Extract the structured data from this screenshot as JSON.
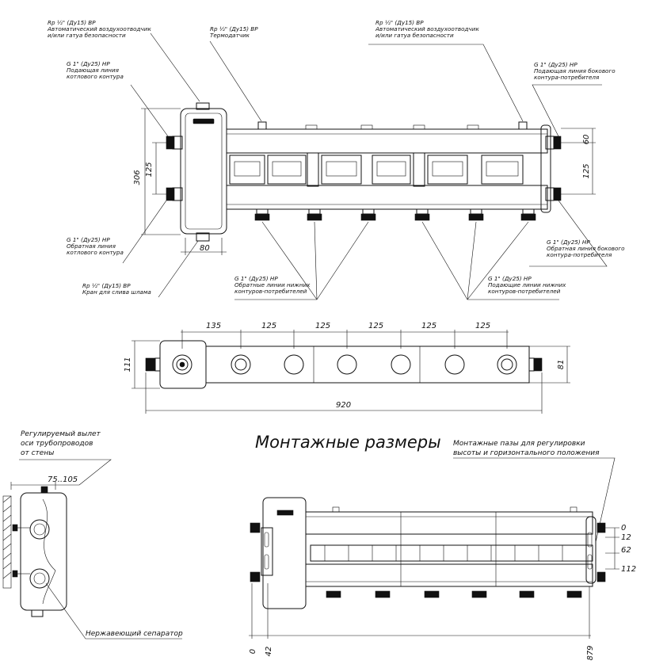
{
  "labels": {
    "vent_left_1": "Rp ½\" (Ду15) ВР",
    "vent_left_2": "Автоматический воздухоотводчик",
    "vent_left_3": "и/или гатуа безопасности",
    "thermo_1": "Rp ½\" (Ду15) ВР",
    "thermo_2": "Термодатчик",
    "vent_right_1": "Rp ½\" (Ду15) ВР",
    "vent_right_2": "Автоматический воздухоотводчик",
    "vent_right_3": "и/или гатуа безопасности",
    "boiler_supply_1": "G 1\" (Ду25) НР",
    "boiler_supply_2": "Подающая линия",
    "boiler_supply_3": "котлового контура",
    "side_supply_1": "G 1\" (Ду25) НР",
    "side_supply_2": "Подающая линия бокового",
    "side_supply_3": "контура-потребителя",
    "boiler_return_1": "G 1\" (Ду25) НР",
    "boiler_return_2": "Обратная линия",
    "boiler_return_3": "котлового контура",
    "side_return_1": "G 1\" (Ду25) НР",
    "side_return_2": "Обратная линия бокового",
    "side_return_3": "контура-потребителя",
    "drain_1": "Rp ½\" (Ду15) ВР",
    "drain_2": "Кран для слива шлама",
    "lower_return_1": "G 1\" (Ду25) НР",
    "lower_return_2": "Обратные линии нижних",
    "lower_return_3": "контуров-потребителей",
    "lower_supply_1": "G 1\" (Ду25) НР",
    "lower_supply_2": "Подающие линии нижних",
    "lower_supply_3": "контуров-потребителей",
    "wall_offset_1": "Регулируемый вылет",
    "wall_offset_2": "оси трубопроводов",
    "wall_offset_3": "от стены",
    "separator": "Нержавеющий сепаратор",
    "mounting_title": "Монтажные размеры",
    "slots_1": "Монтажные пазы для регулировки",
    "slots_2": "высоты и горизонтального положения"
  },
  "dims": {
    "height_306": "306",
    "h_125_left": "125",
    "w_80": "80",
    "h_60": "60",
    "h_125_right": "125",
    "pitch_135": "135",
    "pitch_125_a": "125",
    "pitch_125_b": "125",
    "pitch_125_c": "125",
    "pitch_125_d": "125",
    "pitch_125_e": "125",
    "depth_111": "111",
    "depth_81": "81",
    "length_920": "920",
    "offset_range": "75..105",
    "m_0_right": "0",
    "m_12": "12",
    "m_62": "62",
    "m_112": "112",
    "m_0_bottom": "0",
    "m_42": "42",
    "m_879": "879"
  }
}
